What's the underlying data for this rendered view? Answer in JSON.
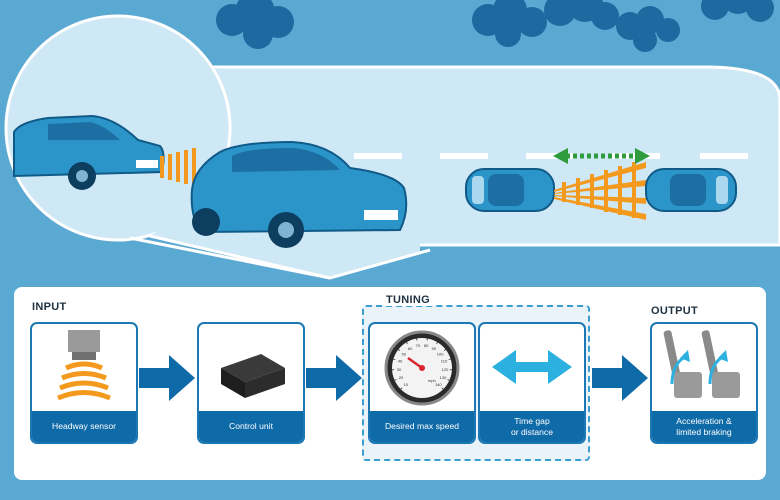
{
  "diagram": {
    "sections": {
      "input": "INPUT",
      "tuning": "TUNING",
      "output": "OUTPUT"
    },
    "boxes": [
      {
        "caption": "Headway sensor",
        "icon": "headway-sensor-icon"
      },
      {
        "caption": "Control unit",
        "icon": "control-unit-icon"
      },
      {
        "caption": "Desired max speed",
        "icon": "speedometer-icon"
      },
      {
        "caption": "Time gap\nor distance",
        "icon": "double-arrow-icon"
      },
      {
        "caption": "Acceleration &\nlimited braking",
        "icon": "pedals-icon"
      }
    ],
    "speedometer_numbers": [
      "10",
      "20",
      "30",
      "40",
      "50",
      "60",
      "70",
      "80",
      "90",
      "100",
      "110",
      "120",
      "130",
      "140"
    ],
    "speedometer_unit": "mph"
  },
  "colors": {
    "background": "#5aa9d3",
    "road": "#cfe8f5",
    "car_blue": "#2b95c9",
    "box_border": "#1b78b5",
    "caption_bg": "#0f6aa8",
    "sensor_wave": "#f39a1e",
    "gap_arrow": "#2e9b3c",
    "flow_arrow": "#0f6aa8"
  }
}
